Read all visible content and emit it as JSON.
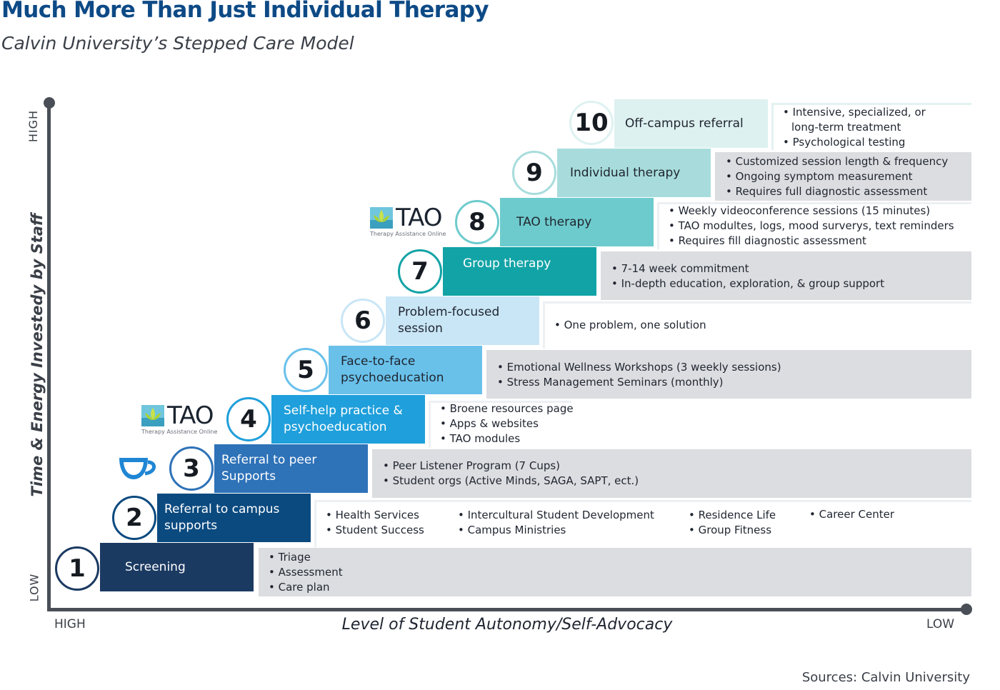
{
  "header": {
    "title": "Much More Than Just Individual Therapy",
    "subtitle": "Calvin University’s Stepped Care Model"
  },
  "axes": {
    "y_label": "Time & Energy Investedy by Staff",
    "y_high": "HIGH",
    "y_low": "LOW",
    "x_label": "Level of Student Autonomy/Self-Advocacy",
    "x_high": "HIGH",
    "x_low": "LOW"
  },
  "steps": [
    {
      "number": "1",
      "label": "Screening",
      "color": "#1b3a62",
      "details": [
        "Triage",
        "Assessment",
        "Care plan"
      ]
    },
    {
      "number": "2",
      "label": "Referral to campus supports",
      "color": "#0b4a7f",
      "detail_columns": [
        [
          "Health Services",
          "Student Success"
        ],
        [
          "Intercultural Student Development",
          "Campus Ministries"
        ],
        [
          "Residence Life",
          "Group Fitness"
        ],
        [
          "Career Center"
        ]
      ]
    },
    {
      "number": "3",
      "label": "Referral to peer Supports",
      "color": "#2e72b8",
      "details": [
        "Peer Listener Program (7 Cups)",
        "Student orgs (Active Minds, SAGA, SAPT, ect.)"
      ]
    },
    {
      "number": "4",
      "label": "Self-help practice & psychoeducation",
      "color": "#1f9fdb",
      "details": [
        "Broene resources page",
        "Apps & websites",
        "TAO modules"
      ]
    },
    {
      "number": "5",
      "label": "Face-to-face psychoeducation",
      "color": "#69c1ea",
      "details": [
        "Emotional Wellness Workshops (3 weekly sessions)",
        "Stress Management Seminars (monthly)"
      ]
    },
    {
      "number": "6",
      "label": "Problem-focused session",
      "color": "#c9e6f6",
      "details": [
        "One problem, one solution"
      ]
    },
    {
      "number": "7",
      "label": "Group therapy",
      "color": "#12a3a6",
      "details": [
        "7-14 week commitment",
        "In-depth education, exploration, & group support"
      ]
    },
    {
      "number": "8",
      "label": "TAO therapy",
      "color": "#6ecbcd",
      "details": [
        "Weekly videoconference sessions (15 minutes)",
        "TAO modultes, logs, mood surverys, text reminders",
        "Requires fill diagnostic assessment"
      ]
    },
    {
      "number": "9",
      "label": "Individual therapy",
      "color": "#a8dcdc",
      "details": [
        "Customized session length & frequency",
        "Ongoing symptom measurement",
        "Requires full diagnostic assessment"
      ]
    },
    {
      "number": "10",
      "label": "Off-campus referral",
      "color": "#def1f1",
      "details": [
        "Intensive, specialized, or long-term treatment",
        "Psychological testing"
      ]
    }
  ],
  "logos": {
    "tao_word": "TAO",
    "tao_tagline": "Therapy Assistance Online"
  },
  "colors": {
    "title": "#0d4a86",
    "panel_gray": "#dcdde0",
    "axis": "#4a4f57"
  },
  "source": "Sources: Calvin University"
}
